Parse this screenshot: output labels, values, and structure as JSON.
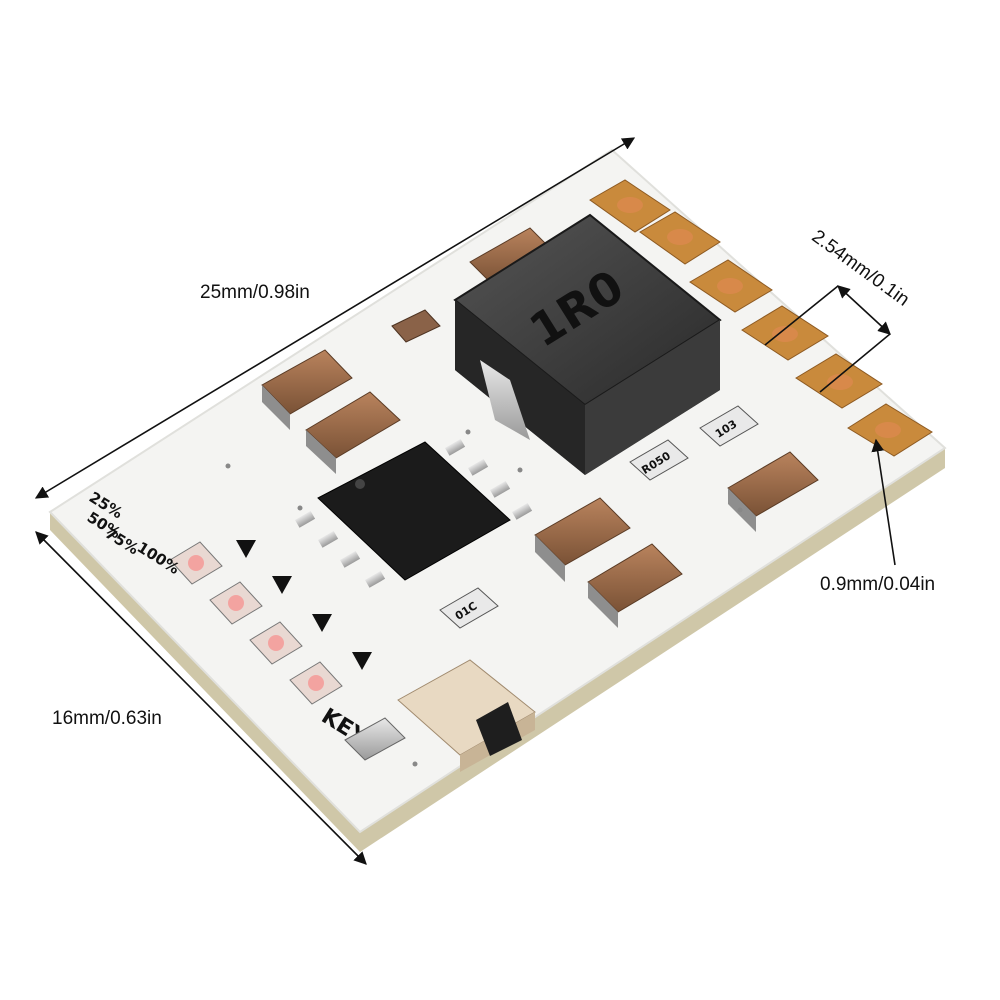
{
  "dimensions": {
    "length": "25mm/0.98in",
    "width": "16mm/0.63in",
    "pad_pitch": "2.54mm/0.1in",
    "pad_size": "0.9mm/0.04in"
  },
  "silkscreen": {
    "levels": [
      "25%",
      "50%",
      "75%",
      "100%"
    ],
    "key": "KEY",
    "inductor_marking": "1R0",
    "resistor_1": "R050",
    "resistor_2": "103",
    "resistor_3": "01C"
  },
  "colors": {
    "board": "#f4f4f2",
    "board_edge": "#cfc7a8",
    "gold_pad": "#c98a3c",
    "copper": "#d8894a",
    "chip": "#1b1b1b",
    "inductor": "#3a3a3a",
    "capacitor": "#9a6a4a"
  }
}
